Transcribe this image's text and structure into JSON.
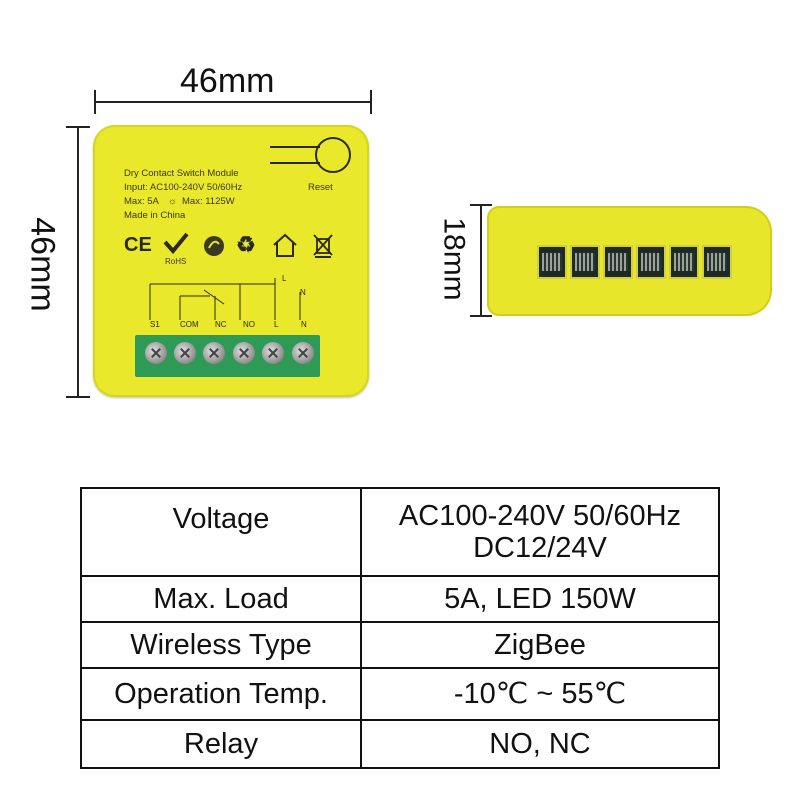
{
  "dimensions": {
    "width": "46mm",
    "height": "46mm",
    "depth": "18mm"
  },
  "module_label": {
    "line1": "Dry Contact Switch Module",
    "line2": "Input:  AC100-240V 50/60Hz",
    "line3a": "Max: 5A",
    "line3b": "Max: 1125W",
    "line4": "Made in China",
    "reset": "Reset",
    "rohs": "RoHS",
    "terminals": [
      "S1",
      "COM",
      "NC",
      "NO",
      "L",
      "N"
    ],
    "wire_top_labels": [
      "L",
      "N"
    ]
  },
  "spec_table": [
    {
      "name": "Voltage",
      "value_lines": [
        "AC100-240V 50/60Hz",
        "DC12/24V"
      ]
    },
    {
      "name": "Max. Load",
      "value_lines": [
        "5A, LED 150W"
      ]
    },
    {
      "name": "Wireless Type",
      "value_lines": [
        "ZigBee"
      ]
    },
    {
      "name": "Operation Temp.",
      "value_lines": [
        "-10℃ ~ 55℃"
      ]
    },
    {
      "name": "Relay",
      "value_lines": [
        "NO, NC"
      ]
    }
  ],
  "colors": {
    "module_yellow": "#e9e82a",
    "terminal_green": "#2f9a55"
  }
}
